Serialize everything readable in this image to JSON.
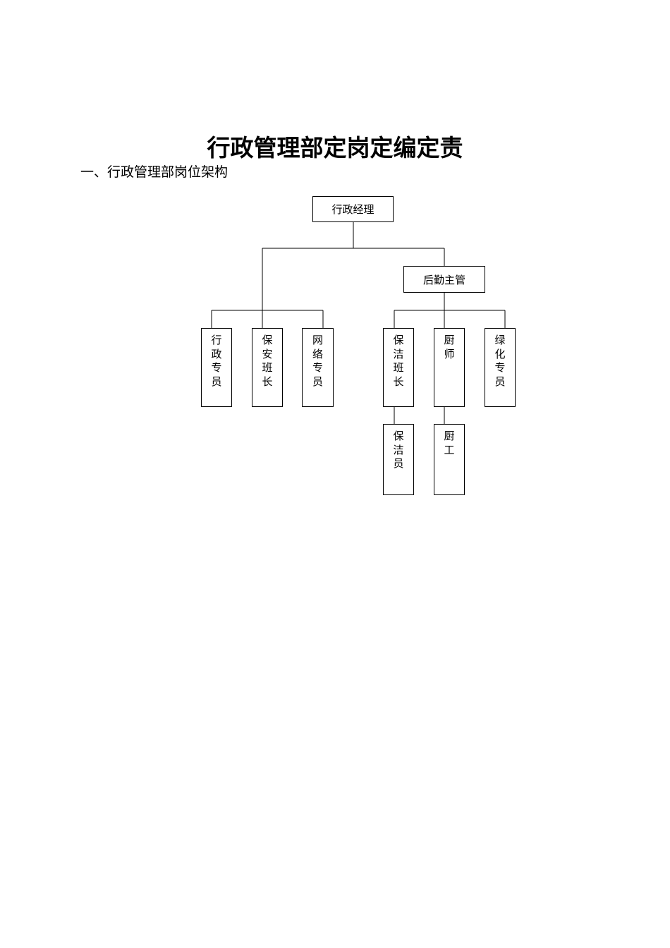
{
  "title": "行政管理部定岗定编定责",
  "section_heading": "一、行政管理部岗位架构",
  "org": {
    "manager": "行政经理",
    "logistics_supervisor": "后勤主管",
    "admin_specialist": "行政专员",
    "security_leader": "保安班长",
    "network_specialist": "网络专员",
    "cleaning_leader": "保洁班长",
    "chef": "厨 师",
    "greening_specialist": "绿化专员",
    "cleaner": "保洁员",
    "kitchen_worker": "厨 工"
  }
}
